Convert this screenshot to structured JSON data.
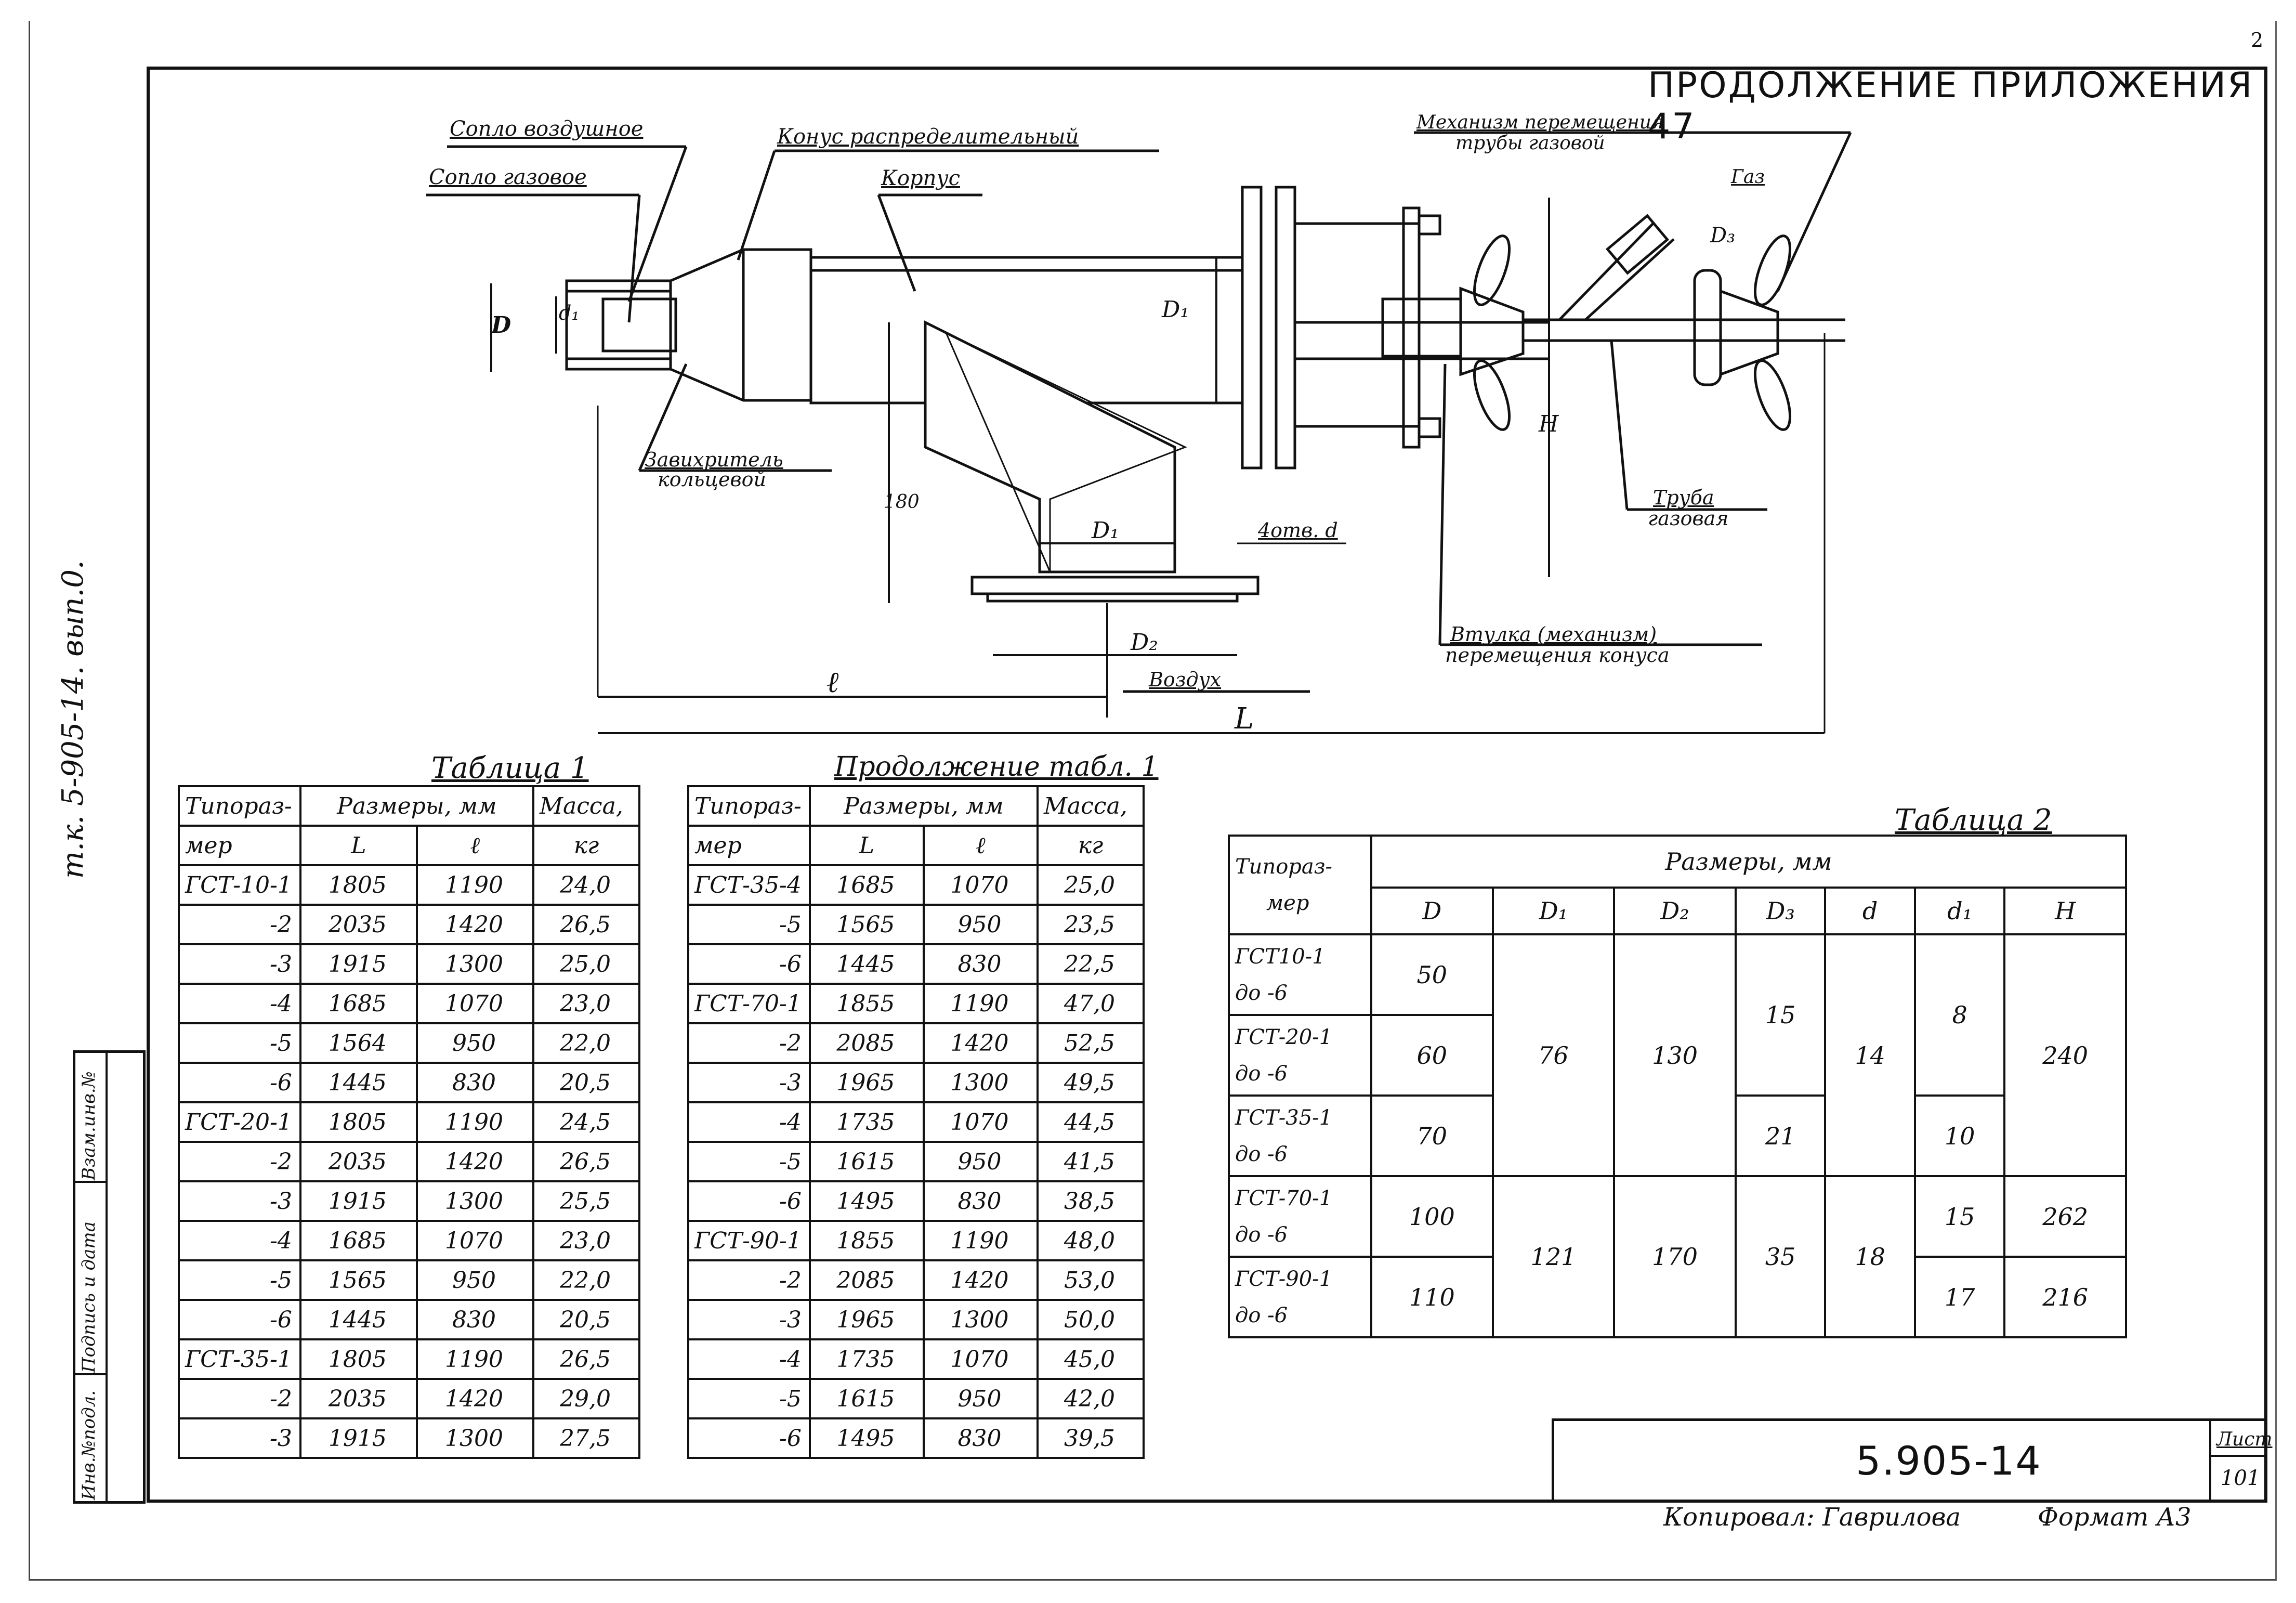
{
  "header": {
    "title": "ПРОДОЛЖЕНИЕ ПРИЛОЖЕНИЯ 47",
    "corner_mark": "2"
  },
  "drawing": {
    "labels": {
      "soplo_vozd": "Сопло воздушное",
      "soplo_gaz": "Сопло газовое",
      "konus": "Конус распределительный",
      "korpus": "Корпус",
      "mechanism1": "Механизм перемещения",
      "mechanism2": "трубы газовой",
      "gaz": "Газ",
      "zavikhritel1": "Завихритель",
      "zavikhritel2": "кольцевой",
      "truba1": "Труба",
      "truba2": "газовая",
      "otv": "4отв. d",
      "vtulka1": "Втулка (механизм)",
      "vtulka2": "перемещения конуса",
      "vozdukh": "Воздух",
      "dim_D": "D",
      "dim_d1": "d₁",
      "dim_D1_top": "D₁",
      "dim_D1_bot": "D₁",
      "dim_D2": "D₂",
      "dim_D3": "D₃",
      "dim_H": "H",
      "dim_180": "180",
      "dim_l": "ℓ",
      "dim_L": "L"
    }
  },
  "side_stamp": {
    "vertical_code": "т.к. 5-905-14. вып.0.",
    "cells": [
      "Взам.инв.№",
      "Подпись и дата",
      "Инв.№подл."
    ]
  },
  "table1": {
    "title": "Таблица 1",
    "head_row1": [
      "Типораз-",
      "Размеры, мм",
      "Масса,"
    ],
    "head_row2": [
      "мер",
      "L",
      "ℓ",
      "кг"
    ],
    "rows": [
      [
        "ГСТ-10-1",
        "1805",
        "1190",
        "24,0"
      ],
      [
        "-2",
        "2035",
        "1420",
        "26,5"
      ],
      [
        "-3",
        "1915",
        "1300",
        "25,0"
      ],
      [
        "-4",
        "1685",
        "1070",
        "23,0"
      ],
      [
        "-5",
        "1564",
        "950",
        "22,0"
      ],
      [
        "-6",
        "1445",
        "830",
        "20,5"
      ],
      [
        "ГСТ-20-1",
        "1805",
        "1190",
        "24,5"
      ],
      [
        "-2",
        "2035",
        "1420",
        "26,5"
      ],
      [
        "-3",
        "1915",
        "1300",
        "25,5"
      ],
      [
        "-4",
        "1685",
        "1070",
        "23,0"
      ],
      [
        "-5",
        "1565",
        "950",
        "22,0"
      ],
      [
        "-6",
        "1445",
        "830",
        "20,5"
      ],
      [
        "ГСТ-35-1",
        "1805",
        "1190",
        "26,5"
      ],
      [
        "-2",
        "2035",
        "1420",
        "29,0"
      ],
      [
        "-3",
        "1915",
        "1300",
        "27,5"
      ]
    ]
  },
  "table1b": {
    "title": "Продолжение табл. 1",
    "head_row1": [
      "Типораз-",
      "Размеры, мм",
      "Масса,"
    ],
    "head_row2": [
      "мер",
      "L",
      "ℓ",
      "кг"
    ],
    "rows": [
      [
        "ГСТ-35-4",
        "1685",
        "1070",
        "25,0"
      ],
      [
        "-5",
        "1565",
        "950",
        "23,5"
      ],
      [
        "-6",
        "1445",
        "830",
        "22,5"
      ],
      [
        "ГСТ-70-1",
        "1855",
        "1190",
        "47,0"
      ],
      [
        "-2",
        "2085",
        "1420",
        "52,5"
      ],
      [
        "-3",
        "1965",
        "1300",
        "49,5"
      ],
      [
        "-4",
        "1735",
        "1070",
        "44,5"
      ],
      [
        "-5",
        "1615",
        "950",
        "41,5"
      ],
      [
        "-6",
        "1495",
        "830",
        "38,5"
      ],
      [
        "ГСТ-90-1",
        "1855",
        "1190",
        "48,0"
      ],
      [
        "-2",
        "2085",
        "1420",
        "53,0"
      ],
      [
        "-3",
        "1965",
        "1300",
        "50,0"
      ],
      [
        "-4",
        "1735",
        "1070",
        "45,0"
      ],
      [
        "-5",
        "1615",
        "950",
        "42,0"
      ],
      [
        "-6",
        "1495",
        "830",
        "39,5"
      ]
    ]
  },
  "table2": {
    "title": "Таблица 2",
    "head_type1": "Типораз-",
    "head_type2": "мер",
    "head_dims": "Размеры, мм",
    "cols": [
      "D",
      "D₁",
      "D₂",
      "D₃",
      "d",
      "d₁",
      "H"
    ],
    "types": [
      [
        "ГСТ10-1",
        "до  -6"
      ],
      [
        "ГСТ-20-1",
        "до  -6"
      ],
      [
        "ГСТ-35-1",
        "до  -6"
      ],
      [
        "ГСТ-70-1",
        "до  -6"
      ],
      [
        "ГСТ-90-1",
        "до  -6"
      ]
    ],
    "D": [
      "50",
      "60",
      "70",
      "100",
      "110"
    ],
    "D1": [
      "76",
      "121"
    ],
    "D2": [
      "130",
      "170"
    ],
    "D3": [
      "15",
      "21",
      "35"
    ],
    "d": [
      "14",
      "18"
    ],
    "d1": [
      "8",
      "10",
      "15",
      "17"
    ],
    "H": [
      "240",
      "262",
      "216"
    ]
  },
  "stamp": {
    "code": "5.905-14",
    "list_label": "Лист",
    "list_no": "101"
  },
  "footer": {
    "copied": "Копировал: Гаврилова",
    "format": "Формат А3"
  }
}
